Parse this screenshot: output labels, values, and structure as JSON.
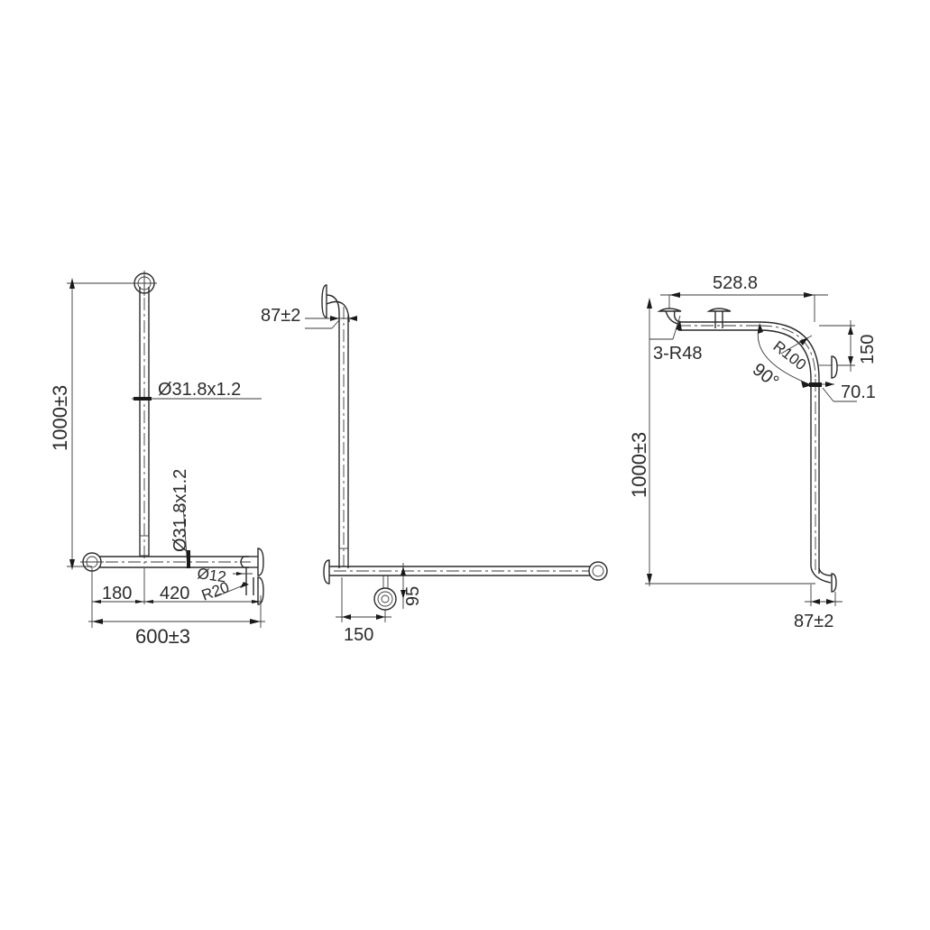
{
  "drawings": {
    "view1": {
      "name": "T-shaped grab bar front view",
      "height_dim": "1000±3",
      "tube_dim_upper": "Ø31.8x1.2",
      "tube_dim_lower": "Ø31.8x1.2",
      "hole_dim": "Ø12",
      "radius_dim": "R20",
      "offset_dim": "180",
      "segment_dim": "420",
      "width_dim": "600±3"
    },
    "view2": {
      "name": "L-shaped grab bar side view",
      "projection_dim": "87±2",
      "support_offset_dim": "150",
      "support_drop_dim": "95"
    },
    "view3": {
      "name": "Corner grab bar top view",
      "top_length_dim": "528.8",
      "fillet_dim": "3-R48",
      "bend_radius_dim": "R100",
      "angle_dim": "90°",
      "side_drop_dim": "150",
      "side_offset_dim": "70.1",
      "height_dim": "1000±3",
      "projection_dim": "87±2"
    }
  }
}
